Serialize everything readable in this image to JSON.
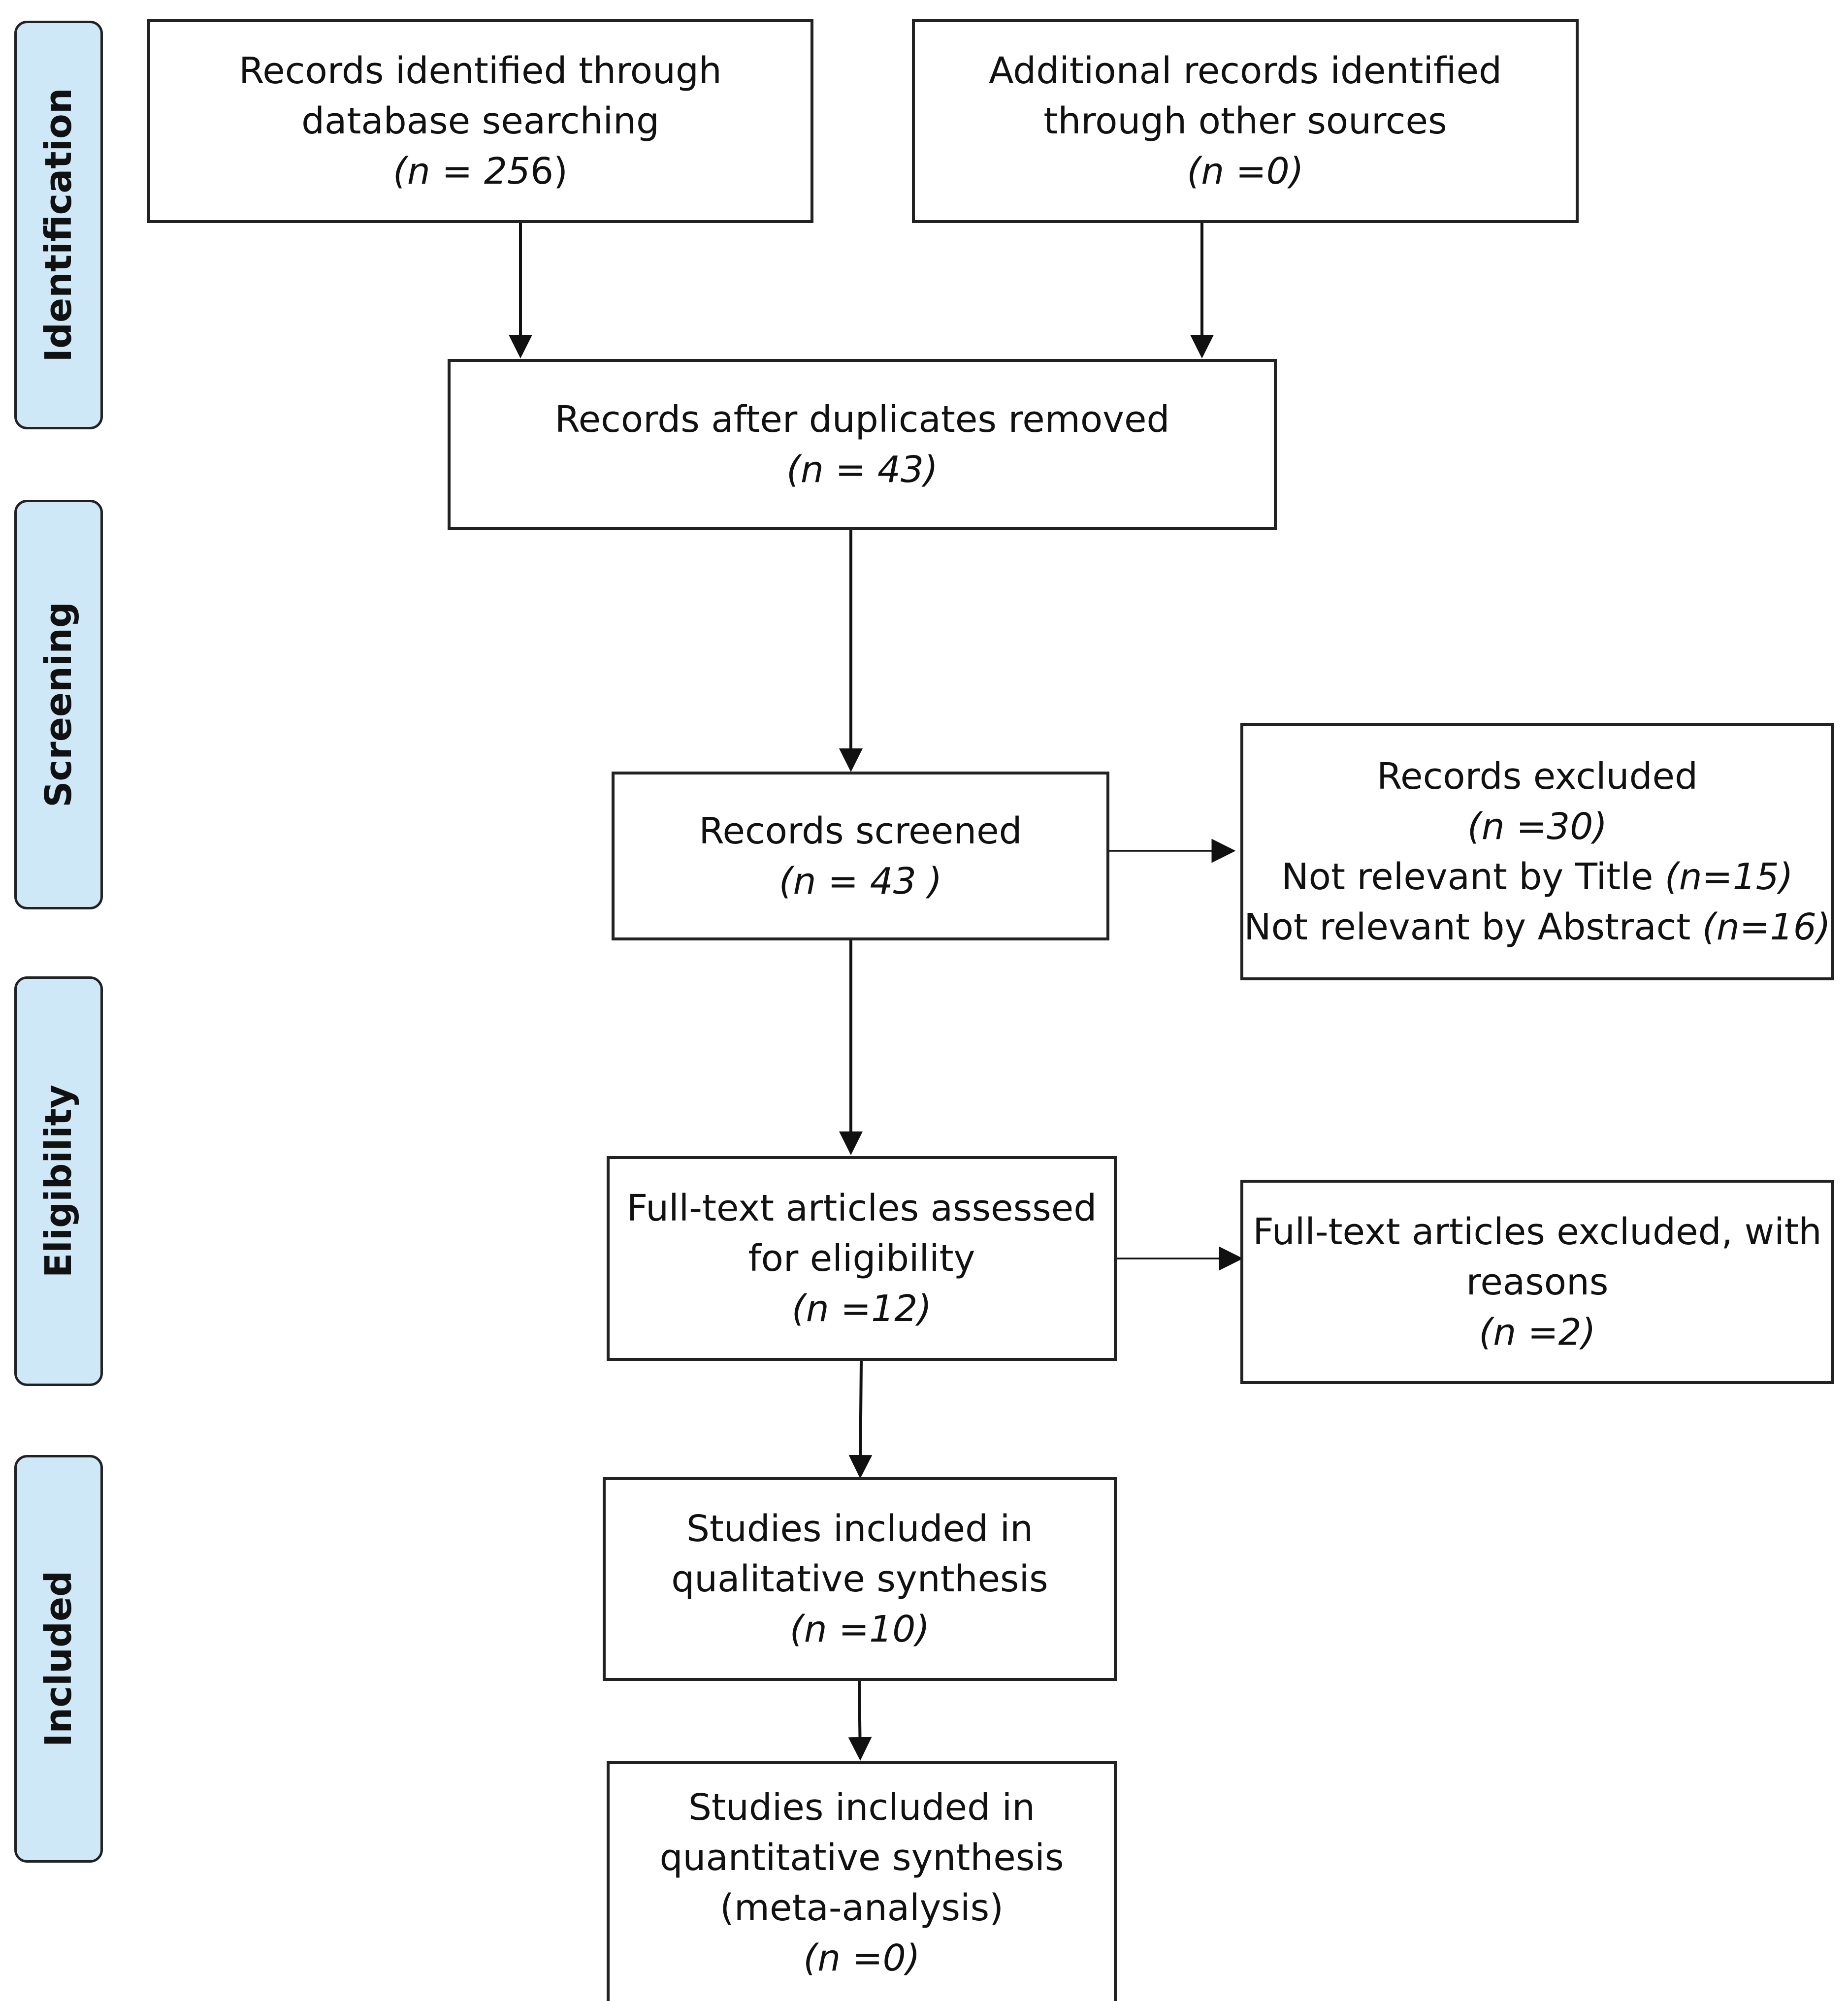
{
  "phases": {
    "identification": "Identification",
    "screening": "Screening",
    "eligibility": "Eligibility",
    "included": "Included"
  },
  "boxes": {
    "database": {
      "line1": "Records identified through",
      "line2": "database searching",
      "count_prefix": "(n = 25",
      "count_suffix": "6)"
    },
    "other": {
      "line1": "Additional records identified",
      "line2": "through other sources",
      "count": "(n =0)"
    },
    "duplicates": {
      "line1": "Records after duplicates removed",
      "count": "(n = 43)"
    },
    "screened": {
      "line1": "Records screened",
      "count": "(n = 43 )"
    },
    "excluded": {
      "line1": "Records excluded",
      "count": "(n =30)",
      "title_text": "Not relevant by Title ",
      "title_count": "(n=15)",
      "abstract_text": "Not relevant by Abstract ",
      "abstract_count": "(n=16)"
    },
    "fulltext": {
      "line1": "Full-text articles assessed",
      "line2": "for eligibility",
      "count": "(n =12)"
    },
    "fulltext_excluded": {
      "line1": "Full-text articles excluded, with",
      "line2": "reasons",
      "count": "(n =2)"
    },
    "qualitative": {
      "line1": "Studies included in",
      "line2": "qualitative synthesis",
      "count": "(n =10)"
    },
    "quantitative": {
      "line1": "Studies included in",
      "line2": "quantitative synthesis",
      "line3": "(meta-analysis)",
      "count": "(n =0)"
    }
  }
}
